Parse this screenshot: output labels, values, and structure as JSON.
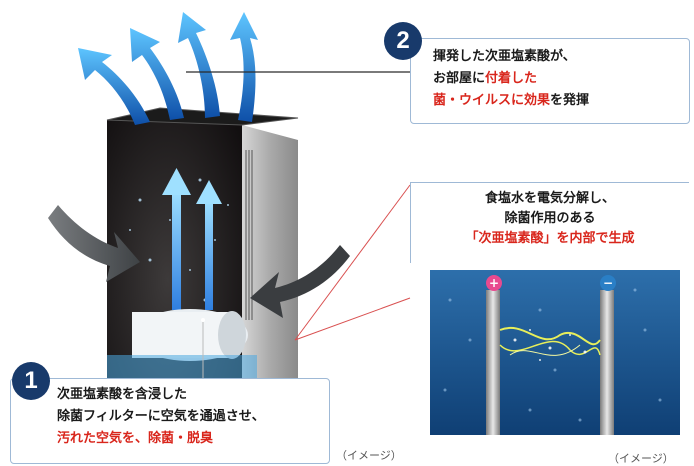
{
  "colors": {
    "accent_red": "#d9261c",
    "badge_navy": "#183a6b",
    "border_blue": "#9fb9d6"
  },
  "callout1": {
    "number": "1",
    "line1": "次亜塩素酸を含浸した",
    "line2": "除菌フィルターに空気を通過させ、",
    "line3_red": "汚れた空気を、除菌・脱臭"
  },
  "callout2": {
    "number": "2",
    "line1": "揮発した次亜塩素酸が、",
    "line2_a": "お部屋に",
    "line2_red": "付着した",
    "line3_red": "菌・ウイルスに効果",
    "line3_b": "を発揮"
  },
  "callout3": {
    "line1": "食塩水を電気分解し、",
    "line2": "除菌作用のある",
    "line3_red": "「次亜塩素酸」を内部で生成"
  },
  "electrodes": {
    "plus": "+",
    "minus": "−"
  },
  "image_notes": {
    "left": "（イメージ）",
    "right": "（イメージ）"
  },
  "icons": [
    "arrow-up-icon",
    "arrow-intake-icon",
    "plus-icon",
    "minus-icon"
  ]
}
